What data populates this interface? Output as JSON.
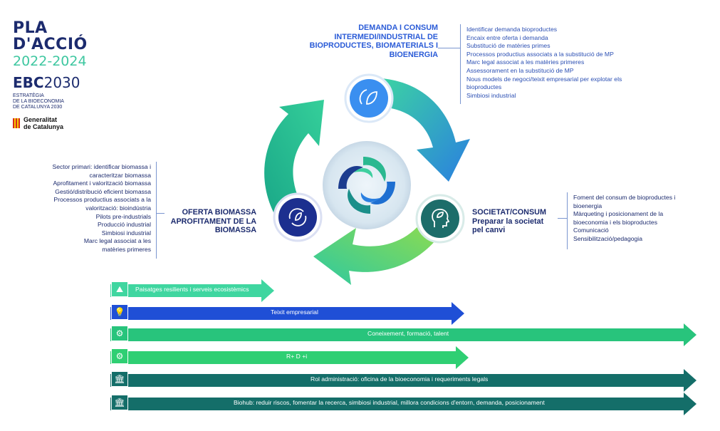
{
  "logo": {
    "title_line1": "PLA",
    "title_line2": "D'ACCIÓ",
    "years": "2022-2024",
    "ebc_bold": "EBC",
    "ebc_year": "2030",
    "subtitle_1": "ESTRATÈGIA",
    "subtitle_2": "DE LA BIOECONOMIA",
    "subtitle_3": "DE CATALUNYA 2030",
    "gov_1": "Generalitat",
    "gov_2": "de Catalunya"
  },
  "demanda": {
    "title": [
      "DEMANDA I CONSUM",
      "INTERMEDI/INDUSTRIAL DE",
      "BIOPRODUCTES, BIOMATERIALS I",
      "BIOENERGIA"
    ],
    "items": [
      "Identificar demanda bioproductes",
      "Encaix entre oferta i demanda",
      "Substitució de matèries primes",
      "Processos productius associats a la substitució de MP",
      "Marc legal associat a les matèries primeres",
      "Assessorament en la substitució de MP",
      "Nous models de negoci/teixit empresarial per explotar els",
      "bioproductes",
      "Simbiosi industrial"
    ]
  },
  "oferta": {
    "title": [
      "OFERTA BIOMASSA",
      "APROFITAMENT DE LA",
      "BIOMASSA"
    ],
    "items": [
      "Sector primari: identificar biomassa i",
      "caracteritzar biomassa",
      "Aprofitament i valorització biomassa",
      "Gestió/distribució eficient biomassa",
      "Processos productius associats a la",
      "valorització: bioindústria",
      "Pilots pre-industrials",
      "Producció industrial",
      "Simbiosi industrial",
      "Marc legal associat a les",
      "matèries primeres"
    ]
  },
  "societat": {
    "title": [
      "SOCIETAT/CONSUM",
      "Preparar la societat",
      "pel canvi"
    ],
    "items": [
      "Foment del consum de bioproductes i",
      "bioenergia",
      "Màrqueting i posicionament de la",
      "bioeconomia i els bioproductes",
      "Comunicació",
      "Sensibilització/pedagogia"
    ]
  },
  "bars": [
    {
      "label": "Paisatges resilients i serveis ecosistèmics",
      "color": "#3fd6a0",
      "icon": "landscape-icon"
    },
    {
      "label": "Teixit empresarial",
      "color": "#1f4fd6",
      "icon": "lightbulb-icon"
    },
    {
      "label": "Coneixement, formació, talent",
      "color": "#28c47c",
      "icon": "gear-icon"
    },
    {
      "label": "R+ D +i",
      "color": "#2fcf73",
      "icon": "gear-icon"
    },
    {
      "label": "Rol administració: oficina de la bioeconomia i requeriments legals",
      "color": "#146e69",
      "icon": "institution-icon"
    },
    {
      "label": "Biohub: reduir riscos, fomentar la recerca, simbiosi industrial, millora condicions d'entorn, demanda, posicionament",
      "color": "#146e69",
      "icon": "institution-icon"
    }
  ],
  "colors": {
    "navy": "#1c2b6e",
    "blue": "#2a5bd7",
    "teal": "#1f8f86",
    "green": "#3ec7a0"
  }
}
